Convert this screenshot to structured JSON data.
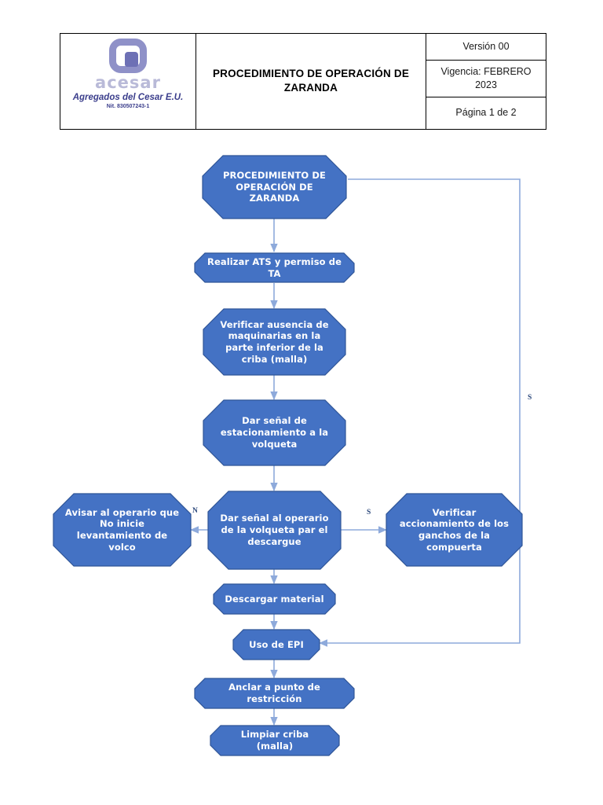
{
  "document": {
    "header": {
      "logo": {
        "mark_name": "acesar-a-mark",
        "wordmark": "acesar",
        "company": "Agregados del Cesar E.U.",
        "nit": "Nit. 830507243-1"
      },
      "title": "PROCEDIMIENTO DE OPERACIÓN DE ZARANDA",
      "meta": {
        "version": "Versión 00",
        "validity": "Vigencia: FEBRERO 2023",
        "page": "Página 1 de 2"
      }
    },
    "colors": {
      "node_fill": "#4472C4",
      "node_stroke": "#2F5597",
      "connector": "#8EAADB",
      "label_text": "#2E4A7D",
      "table_border": "#000000",
      "logo_purple": "#3B3E8C"
    },
    "flowchart": {
      "type": "process-flow",
      "nodes": [
        {
          "id": "n1",
          "label": "PROCEDIMIENTO DE OPERACIÓN DE ZARANDA",
          "shape": "octagon"
        },
        {
          "id": "n2",
          "label": "Realizar ATS y permiso de TA",
          "shape": "octagon"
        },
        {
          "id": "n3",
          "label": "Verificar ausencia de maquinarias en la parte inferior de la criba (malla)",
          "shape": "octagon"
        },
        {
          "id": "n4",
          "label": "Dar señal de estacionamiento a la volqueta",
          "shape": "octagon"
        },
        {
          "id": "n5",
          "label": "Dar señal al operario de la volqueta par el descargue",
          "shape": "octagon"
        },
        {
          "id": "n5l",
          "label": "Avisar al operario que No inicie levantamiento de volco",
          "shape": "octagon"
        },
        {
          "id": "n5r",
          "label": "Verificar  accionamiento de los ganchos de la compuerta",
          "shape": "octagon"
        },
        {
          "id": "n6",
          "label": "Descargar material",
          "shape": "octagon"
        },
        {
          "id": "n7",
          "label": "Uso de EPI",
          "shape": "octagon"
        },
        {
          "id": "n8",
          "label": "Anclar a punto de restricción",
          "shape": "octagon"
        },
        {
          "id": "n9",
          "label": "Limpiar criba (malla)",
          "shape": "octagon"
        }
      ],
      "edge_labels": [
        {
          "id": "e-no",
          "label": "N"
        },
        {
          "id": "e-si-right",
          "label": "S"
        },
        {
          "id": "e-si-return",
          "label": "S"
        }
      ]
    }
  }
}
